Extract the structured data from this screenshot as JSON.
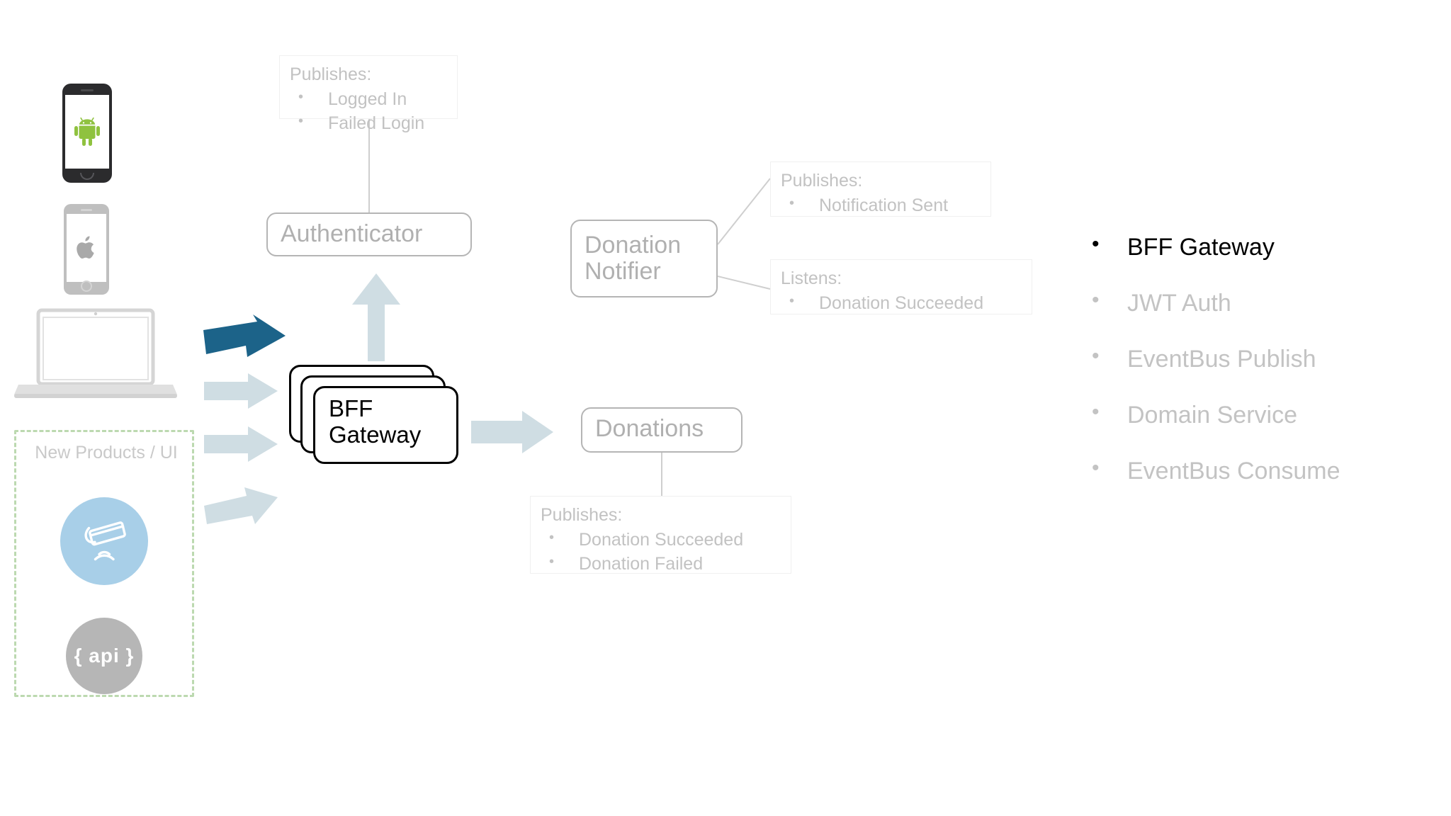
{
  "devices": {
    "android": {
      "icon": "android-robot-icon",
      "label": "Android phone"
    },
    "apple": {
      "icon": "apple-logo-icon",
      "label": "Apple phone"
    },
    "laptop": {
      "icon": "laptop-icon",
      "label": "Laptop"
    }
  },
  "new_products_group": {
    "title": "New Products / UI",
    "border_color": "#bcd9b0",
    "nfc_icon": "contactless-payment-icon",
    "nfc_color": "#a8cfe8",
    "api_label": "{ api }",
    "api_color": "#b6b6b6"
  },
  "nodes": {
    "authenticator": {
      "label": "Authenticator"
    },
    "bff_gateway": {
      "label": "BFF Gateway",
      "highlighted": true
    },
    "donation_notifier": {
      "label": "Donation Notifier"
    },
    "donations": {
      "label": "Donations"
    }
  },
  "annotations": {
    "authenticator_publishes": {
      "heading": "Publishes:",
      "items": [
        "Logged In",
        "Failed Login"
      ]
    },
    "notifier_publishes": {
      "heading": "Publishes:",
      "items": [
        "Notification Sent"
      ]
    },
    "notifier_listens": {
      "heading": "Listens:",
      "items": [
        "Donation Succeeded"
      ]
    },
    "donations_publishes": {
      "heading": "Publishes:",
      "items": [
        "Donation Succeeded",
        "Donation Failed"
      ]
    }
  },
  "arrows": {
    "highlight_color": "#1c6389",
    "muted_color": "#cfdde3"
  },
  "agenda": {
    "items": [
      {
        "label": "BFF Gateway",
        "active": true
      },
      {
        "label": "JWT Auth",
        "active": false
      },
      {
        "label": "EventBus Publish",
        "active": false
      },
      {
        "label": "Domain Service",
        "active": false
      },
      {
        "label": "EventBus Consume",
        "active": false
      }
    ]
  }
}
